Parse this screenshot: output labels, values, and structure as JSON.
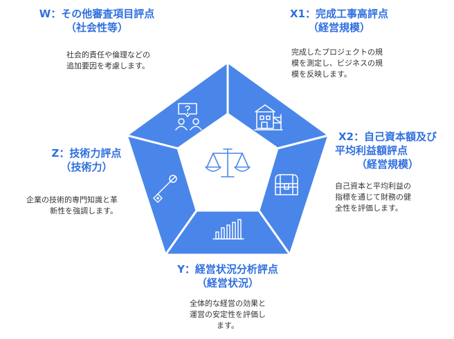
{
  "colors": {
    "accent": "#2f6fe0",
    "segment_fill": "#4a86ea",
    "segment_stroke": "#ffffff",
    "text_body": "#333333"
  },
  "sections": {
    "w": {
      "title_line1": "W：その他審査項目評点",
      "title_line2": "（社会性等）",
      "desc": "社会的責任や倫理などの\n追加要因を考慮します。",
      "icon": "people-question-icon"
    },
    "x1": {
      "title_line1": "X1：完成工事高評点",
      "title_line2": "（経営規模）",
      "desc": "完成したプロジェクトの規\n模を測定し、ビジネスの規\n模を反映します。",
      "icon": "building-construction-icon"
    },
    "x2": {
      "title_line1": "X2：自己資本額及び",
      "title_line2": "平均利益額評点",
      "title_line3": "（経営規模）",
      "desc": "自己資本と平均利益の\n指標を通じて財務の健\n全性を評価します。",
      "icon": "treasure-chest-icon"
    },
    "y": {
      "title_line1": "Y：経営状況分析評点",
      "title_line2": "（経営状況）",
      "desc": "全体的な経営の効果と\n運営の安定性を評価し\nます。",
      "icon": "bar-chart-icon"
    },
    "z": {
      "title_line1": "Z：技術力評点",
      "title_line2": "（技術力）",
      "desc": "企業の技術的専門知識と革\n新性を強調します。",
      "icon": "wrench-icon"
    }
  },
  "center_icon": "balance-scale-icon"
}
